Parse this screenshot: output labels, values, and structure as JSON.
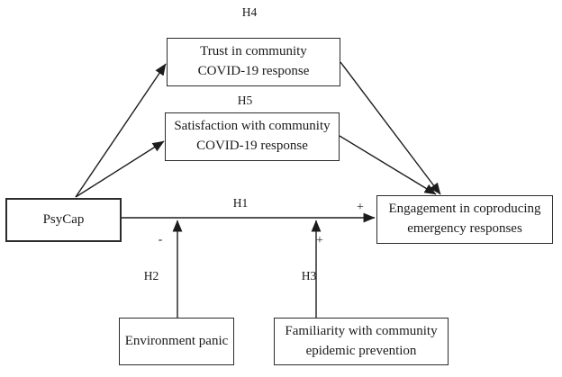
{
  "figure": {
    "nodes": [
      {
        "id": "trust",
        "label": "Trust in community\nCOVID-19 response"
      },
      {
        "id": "satisfaction",
        "label": "Satisfaction with community\nCOVID-19 response"
      },
      {
        "id": "psycap",
        "label": "PsyCap"
      },
      {
        "id": "engagement",
        "label": "Engagement in coproducing\nemergency responses"
      },
      {
        "id": "panic",
        "label": "Environment panic"
      },
      {
        "id": "familiarity",
        "label": "Familiarity with community\nepidemic prevention"
      }
    ],
    "hypothesis_labels": {
      "h1": "H1",
      "h2": "H2",
      "h3": "H3",
      "h4": "H4",
      "h5": "H5"
    },
    "path_signs": {
      "h1": "+",
      "h2": "-",
      "h3": "+"
    },
    "edges": [
      {
        "from": "psycap",
        "to": "trust"
      },
      {
        "from": "psycap",
        "to": "satisfaction"
      },
      {
        "from": "trust",
        "to": "engagement",
        "hypothesis": "H4"
      },
      {
        "from": "satisfaction",
        "to": "engagement",
        "hypothesis": "H5"
      },
      {
        "from": "psycap",
        "to": "engagement",
        "hypothesis": "H1",
        "sign": "+"
      },
      {
        "from": "panic",
        "to": "h1-path",
        "hypothesis": "H2",
        "sign": "-"
      },
      {
        "from": "familiarity",
        "to": "h1-path",
        "hypothesis": "H3",
        "sign": "+"
      }
    ],
    "colors": {
      "line": "#1c1c1c",
      "box_border": "#2b2b2b",
      "text": "#1a1a1a",
      "background": "#ffffff"
    }
  }
}
